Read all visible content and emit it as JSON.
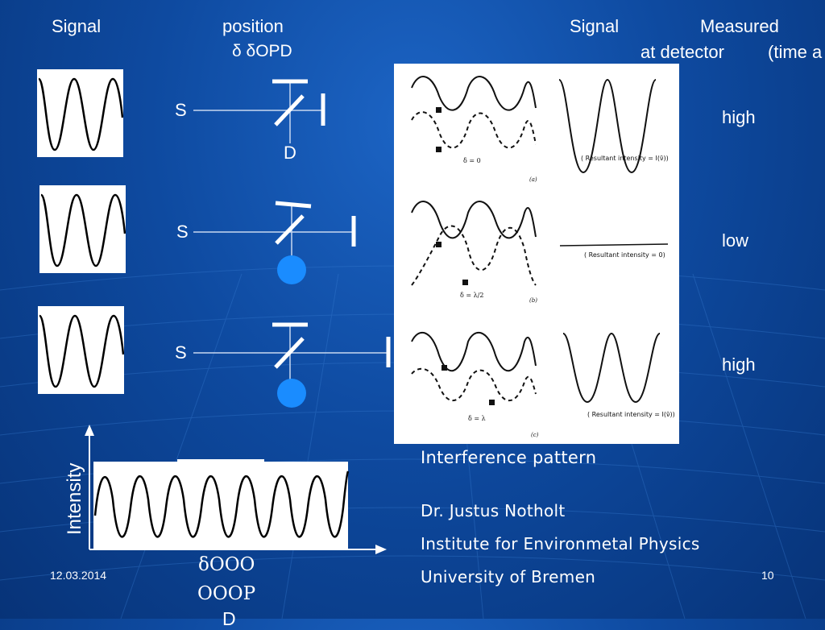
{
  "header": {
    "signal": "Signal",
    "position": "position",
    "opd": "δ δOPD",
    "signal_right": "Signal",
    "measured": "Measured",
    "at_detector": "at detector",
    "time_a": "(time a"
  },
  "rows": [
    {
      "source": "S",
      "detector": "D",
      "result": "high"
    },
    {
      "source": "S",
      "result": "low"
    },
    {
      "source": "S",
      "result": "high"
    }
  ],
  "figure": {
    "a": {
      "delta": "δ = 0",
      "tag": "(a)",
      "result": "( Resultant intensity = I(ν̄))"
    },
    "b": {
      "delta": "δ = λ/2",
      "tag": "(b)",
      "result": "( Resultant intensity = 0)"
    },
    "c": {
      "delta": "δ = λ",
      "tag": "(c)",
      "result": "( Resultant intensity = I(ν̄))"
    }
  },
  "plot": {
    "ylabel": "Intensity",
    "xlabel_line1": "δOOO",
    "xlabel_line2": "OOOP",
    "xlabel_line3": "D"
  },
  "caption": "Interference pattern",
  "author": "Dr. Justus Notholt",
  "institute": "Institute for Environmetal Physics",
  "university": "University of Bremen",
  "date": "12.03.2014",
  "page": "10",
  "colors": {
    "detector_dot": "#1a8cff",
    "background": "#0e4aa0"
  }
}
